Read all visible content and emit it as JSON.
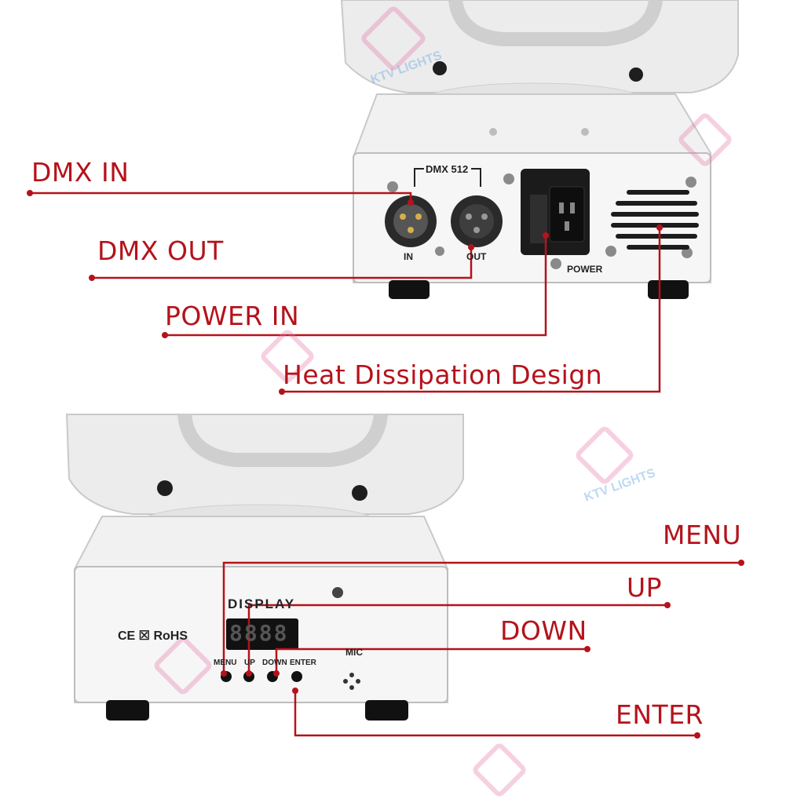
{
  "callouts": {
    "dmx_in": "DMX IN",
    "dmx_out": "DMX OUT",
    "power_in": "POWER IN",
    "heat": "Heat Dissipation Design",
    "menu": "MENU",
    "up": "UP",
    "down": "DOWN",
    "enter": "ENTER"
  },
  "panel_top": {
    "dmx512": "DMX 512",
    "in": "IN",
    "out": "OUT",
    "power": "POWER"
  },
  "panel_bottom": {
    "display": "DISPLAY",
    "digits": "8888",
    "cert": "CE ☒ RoHS",
    "mic": "MIC",
    "btn_menu": "MENU",
    "btn_up": "UP",
    "btn_down": "DOWN",
    "btn_enter": "ENTER"
  },
  "watermark": "KTV LIGHTS",
  "colors": {
    "accent": "#b5121b",
    "housing": "#f2f2f2",
    "housing_shade": "#d9d9d9"
  }
}
